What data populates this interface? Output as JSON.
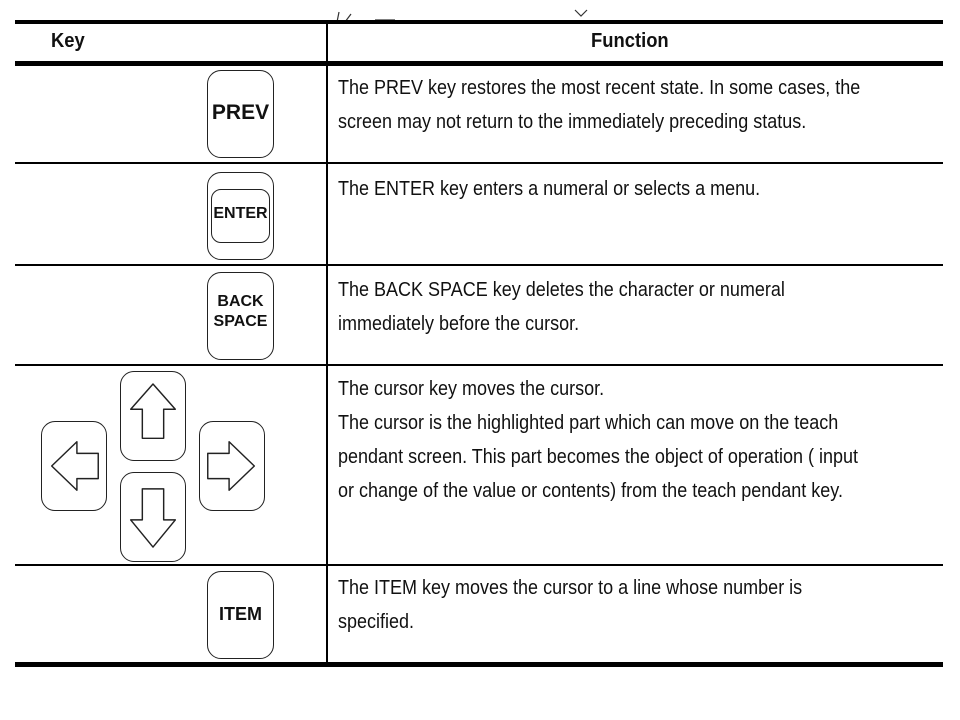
{
  "table": {
    "header": {
      "key": "Key",
      "function": "Function"
    },
    "rows": [
      {
        "key_label": "PREV",
        "key_icon": "prev-key-icon",
        "function": "The PREV key restores the most recent state.  In some cases, the\nscreen may not return to the immediately preceding status."
      },
      {
        "key_label": "ENTER",
        "key_icon": "enter-key-icon",
        "function": "The ENTER key enters a numeral or selects a menu."
      },
      {
        "key_label_line1": "BACK",
        "key_label_line2": "SPACE",
        "key_icon": "back-space-key-icon",
        "function": "The BACK SPACE key deletes the character or numeral\nimmediately before the cursor."
      },
      {
        "key_icon": "cursor-keys-icon",
        "function": "The cursor key moves the cursor.\nThe cursor is the highlighted part which can move on the teach\npendant screen.  This part becomes the object of operation ( input\nor change of the value or contents) from the teach pendant key."
      },
      {
        "key_label": "ITEM",
        "key_icon": "item-key-icon",
        "function": "The ITEM key moves the cursor to a line whose number is\nspecified."
      }
    ]
  }
}
